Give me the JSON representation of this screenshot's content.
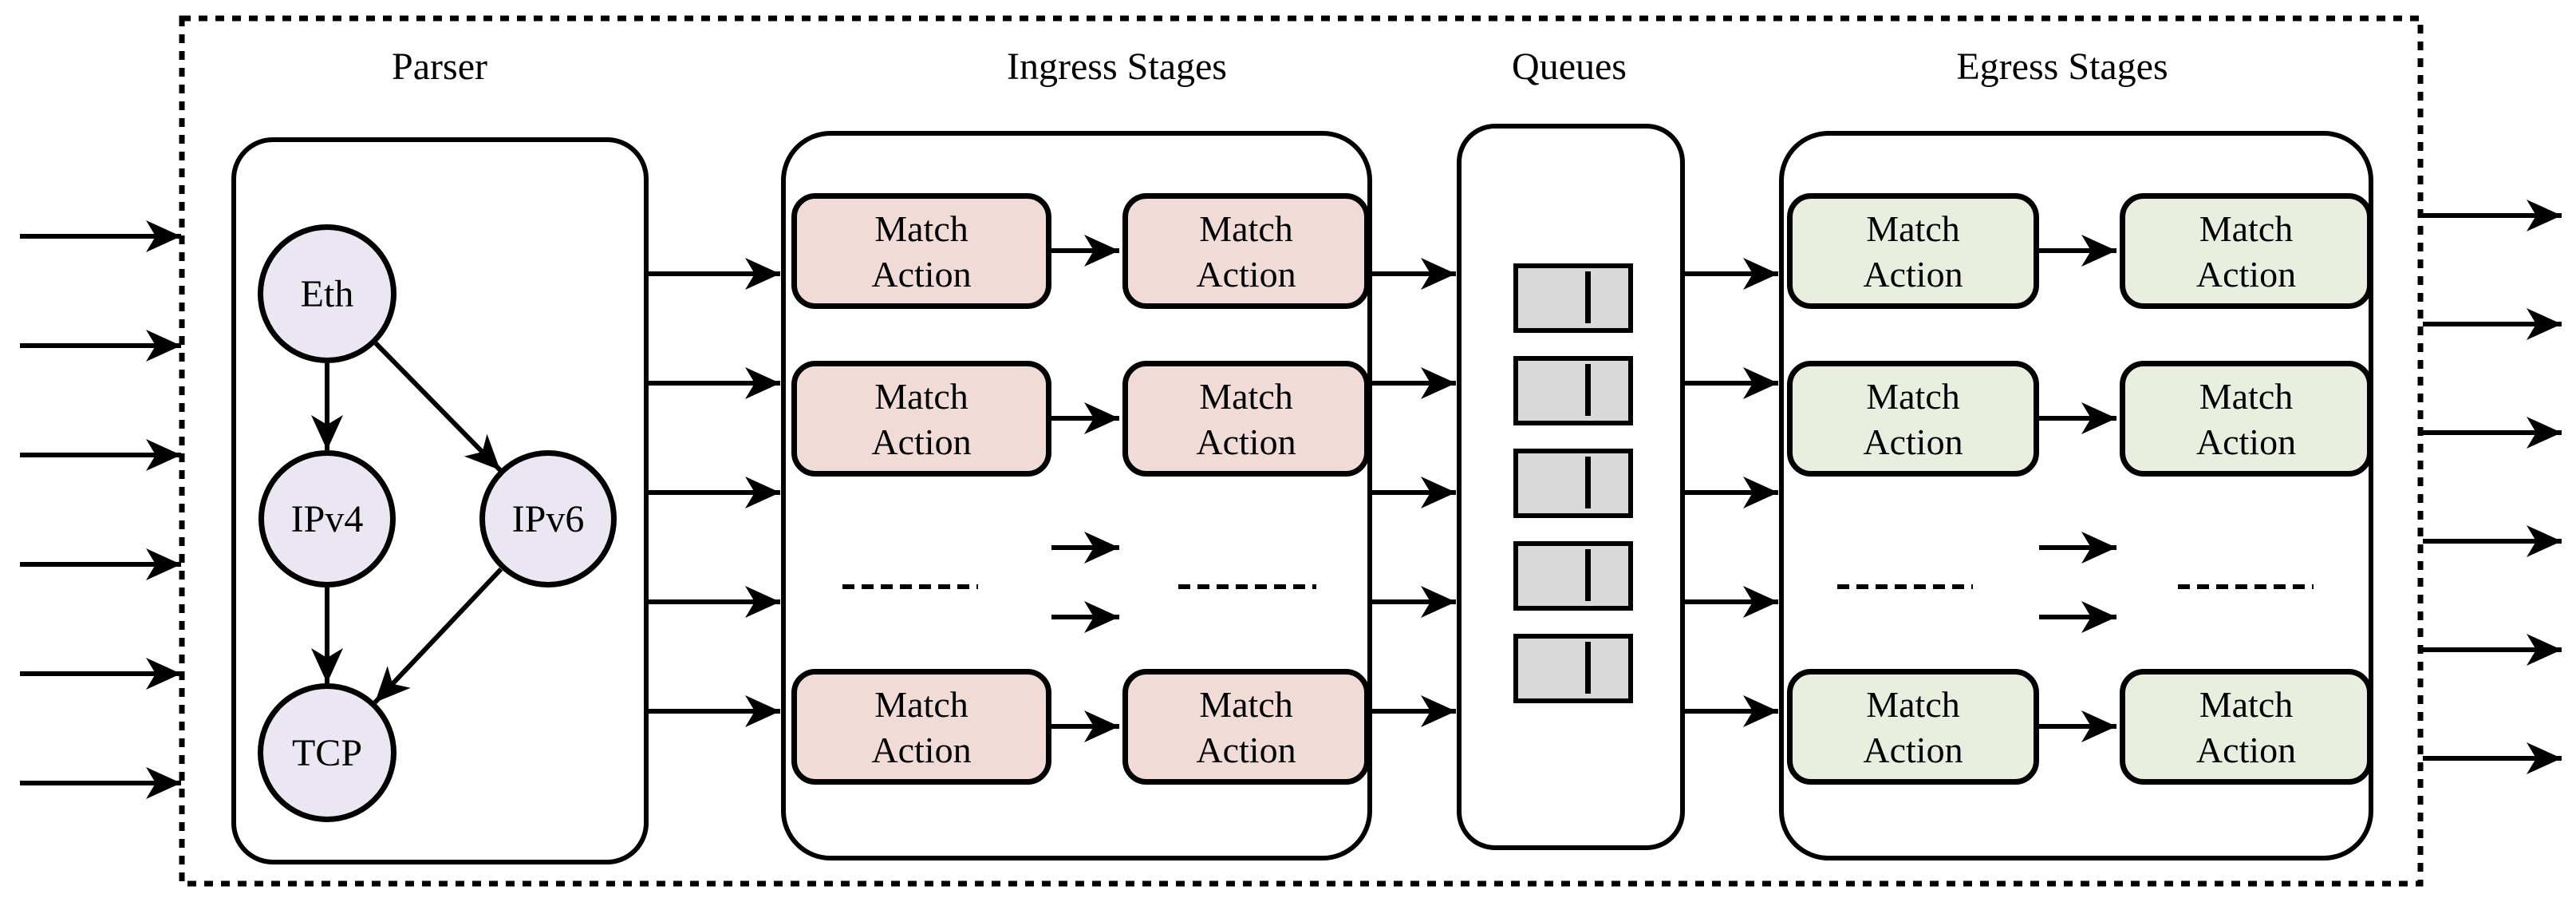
{
  "figure": {
    "titles": {
      "parser": "Parser",
      "ingress": "Ingress Stages",
      "queues": "Queues",
      "egress": "Egress Stages"
    },
    "parser_graph": {
      "nodes": [
        "Eth",
        "IPv4",
        "IPv6",
        "TCP"
      ],
      "edges": [
        [
          "Eth",
          "IPv4"
        ],
        [
          "Eth",
          "IPv6"
        ],
        [
          "IPv4",
          "TCP"
        ],
        [
          "IPv6",
          "TCP"
        ]
      ]
    },
    "match_action": {
      "line1": "Match",
      "line2": "Action"
    },
    "counts": {
      "input_arrows": 6,
      "output_arrows": 6,
      "pipeline_lanes": 5,
      "queues": 5,
      "stage_columns": 2
    },
    "colors": {
      "ingress_stage_fill": "#f0dbd7",
      "egress_stage_fill": "#e9efde",
      "parser_node_fill": "#eae7f2",
      "queue_fill": "#d9d9d9",
      "outline": "#000000",
      "background": "#ffffff"
    }
  }
}
